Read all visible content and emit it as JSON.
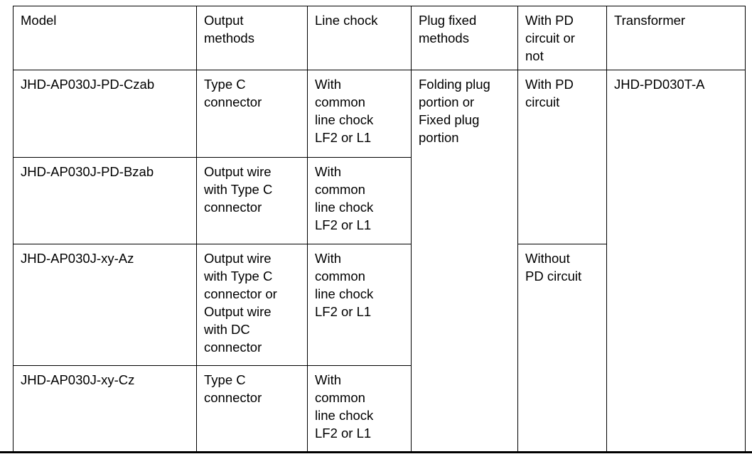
{
  "table": {
    "headers": [
      "Model",
      "Output\nmethods",
      "Line chock",
      "Plug fixed\nmethods",
      "With PD\ncircuit or\nnot",
      "Transformer"
    ],
    "rows": [
      {
        "model": "JHD-AP030J-PD-Czab",
        "output_methods": "Type C\nconnector",
        "line_chock": "With\ncommon\nline chock\nLF2 or L1",
        "plug_fixed_methods": "Folding plug\nportion or\nFixed plug\nportion",
        "pd_circuit": "With PD\ncircuit",
        "transformer": "JHD-PD030T-A"
      },
      {
        "model": "JHD-AP030J-PD-Bzab",
        "output_methods": "Output wire\nwith Type C\nconnector",
        "line_chock": "With\ncommon\nline chock\nLF2 or L1"
      },
      {
        "model": "JHD-AP030J-xy-Az",
        "output_methods": "Output wire\nwith Type C\nconnector or\nOutput wire\nwith DC\nconnector",
        "line_chock": "With\ncommon\nline chock\nLF2 or L1",
        "pd_circuit": "Without\nPD circuit"
      },
      {
        "model": "JHD-AP030J-xy-Cz",
        "output_methods": "Type C\nconnector",
        "line_chock": "With\ncommon\nline chock\nLF2 or L1"
      }
    ]
  }
}
